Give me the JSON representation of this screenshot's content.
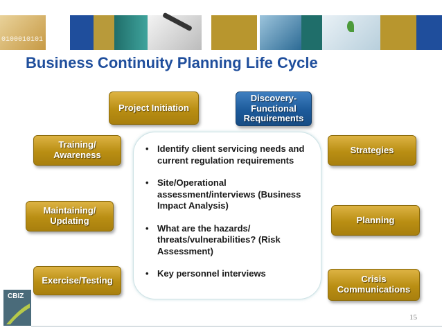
{
  "title": "Business Continuity Planning Life Cycle",
  "boxes": {
    "project_initiation": "Project Initiation",
    "discovery": "Discovery-\nFunctional\nRequirements",
    "training": "Training/\nAwareness",
    "strategies": "Strategies",
    "maintaining": "Maintaining/\nUpdating",
    "planning": "Planning",
    "exercise": "Exercise/Testing",
    "crisis": "Crisis\nCommunications"
  },
  "bullets": [
    "Identify client servicing needs and current regulation requirements",
    "Site/Operational assessment/interviews (Business Impact Analysis)",
    "What are the hazards/ threats/vulnerabilities? (Risk Assessment)",
    "Key personnel interviews"
  ],
  "bullet_glyph": "•",
  "logo_text": "CBIZ",
  "page_number": "15",
  "colors": {
    "title": "#1f4e9c",
    "gold": "#b98e13",
    "blue": "#1c5a9a",
    "logo": "#4a6b7a"
  },
  "banner_images": [
    "binary-code-image",
    "document-signing-image",
    "keyboard-image",
    "hands-with-seedling-image"
  ]
}
